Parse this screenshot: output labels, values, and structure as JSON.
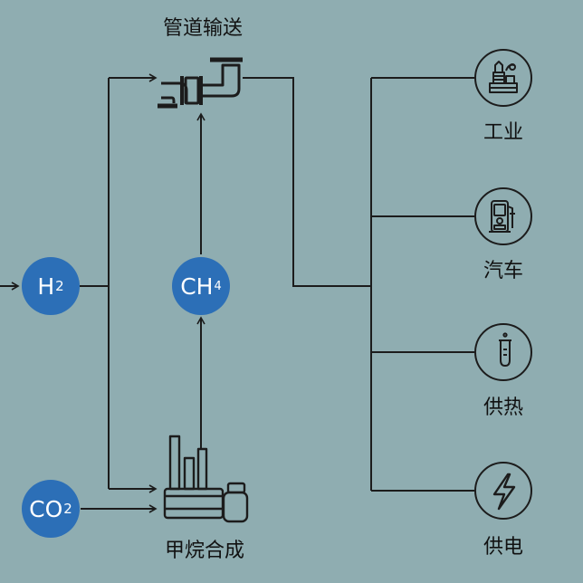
{
  "labels": {
    "pipeline": "管道输送",
    "methanation": "甲烷合成",
    "industry": "工业",
    "vehicles": "汽车",
    "heating": "供热",
    "power": "供电"
  },
  "nodes": {
    "h2": {
      "main": "H",
      "sub": "2"
    },
    "ch4": {
      "main": "CH",
      "sub": "4"
    },
    "co2": {
      "main": "CO",
      "sub": "2"
    }
  },
  "icons": {
    "industry": "factory-icon",
    "vehicles": "fuel-pump-icon",
    "heating": "thermometer-icon",
    "power": "lightning-icon"
  },
  "colors": {
    "background": "#8fadb1",
    "node_fill": "#2c6fb7",
    "line": "#1c1c1c"
  }
}
